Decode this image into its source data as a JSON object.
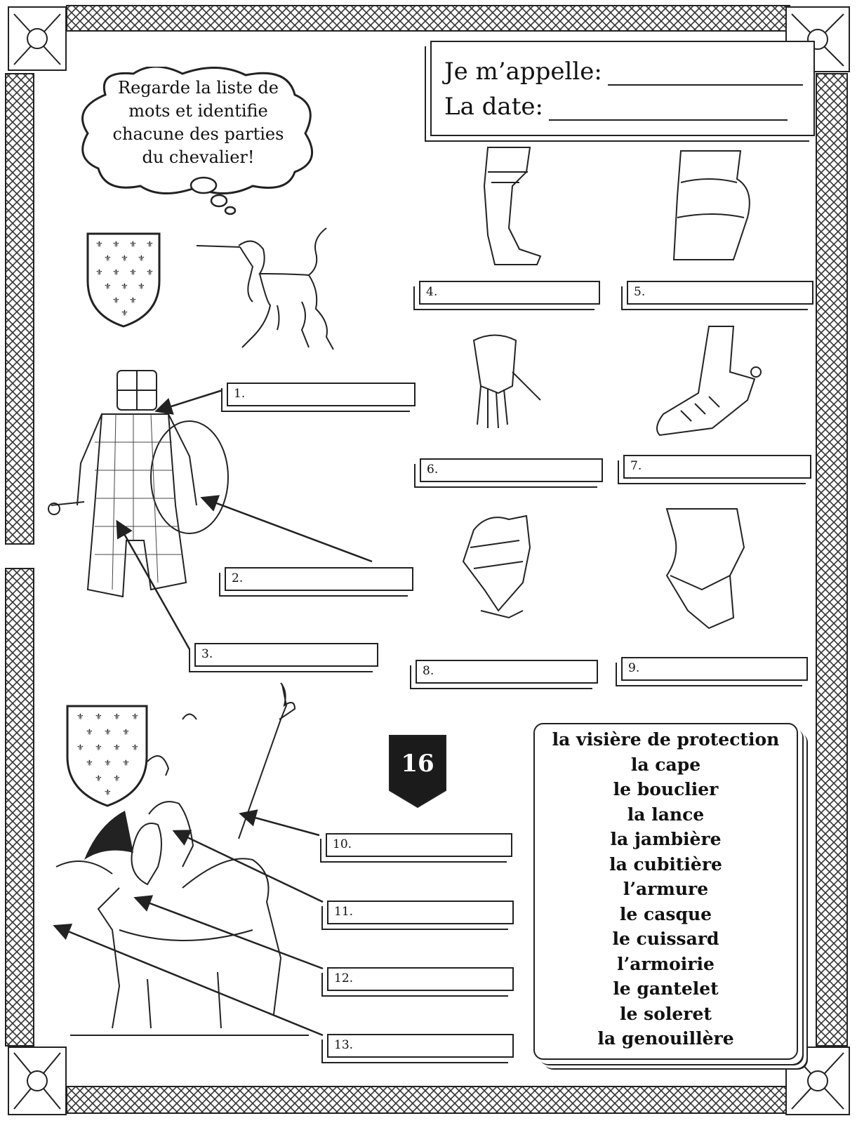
{
  "header": {
    "name_label": "Je m’appelle:",
    "date_label": "La date:"
  },
  "thought_bubble": {
    "lines": [
      "Regarde la liste de",
      "mots  et identifie",
      "chacune des parties",
      "du chevalier!"
    ]
  },
  "page_number": "16",
  "answer_boxes": [
    {
      "label": "1."
    },
    {
      "label": "2."
    },
    {
      "label": "3."
    },
    {
      "label": "4."
    },
    {
      "label": "5."
    },
    {
      "label": "6."
    },
    {
      "label": "7."
    },
    {
      "label": "8."
    },
    {
      "label": "9."
    },
    {
      "label": "10."
    },
    {
      "label": "11."
    },
    {
      "label": "12."
    },
    {
      "label": "13."
    }
  ],
  "word_list": [
    "la visière de protection",
    "la cape",
    "le bouclier",
    "la lance",
    "la jambière",
    "la cubitière",
    "l’armure",
    "le casque",
    "le cuissard",
    "l’armoirie",
    "le gantelet",
    "le soleret",
    "la  genouillère"
  ]
}
